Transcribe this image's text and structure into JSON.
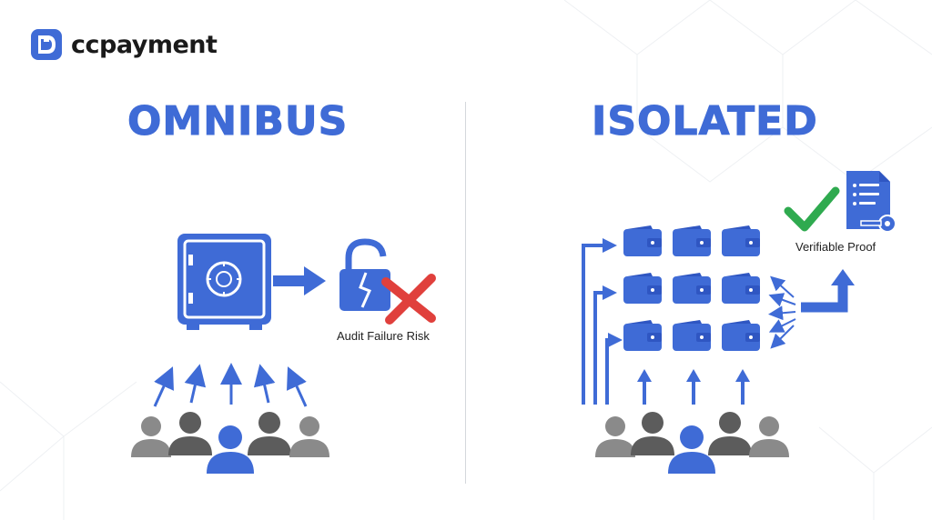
{
  "brand": {
    "name": "ccpayment",
    "logo_icon": "ccpayment-logo-icon"
  },
  "sections": [
    {
      "title": "OMNIBUS",
      "caption": "Audit Failure Risk",
      "icons": [
        "safe-vault-icon",
        "broken-lock-icon",
        "red-x-icon",
        "user-group-icon"
      ]
    },
    {
      "title": "ISOLATED",
      "caption": "Verifiable Proof",
      "icons": [
        "wallet-grid-icon",
        "green-check-icon",
        "document-key-icon",
        "user-group-icon"
      ]
    }
  ],
  "colors": {
    "accent": "#3f6bd6",
    "deep_blue": "#2f56c2",
    "danger": "#e0403c",
    "success": "#2faa4f",
    "gray": "#8a8a8a",
    "dark_gray": "#5c5c5c"
  }
}
